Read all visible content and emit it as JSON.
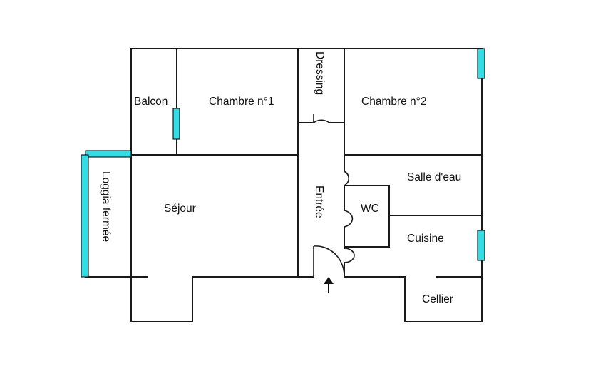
{
  "plan": {
    "rooms": {
      "balcon": "Balcon",
      "chambre1": "Chambre n°1",
      "dressing": "Dressing",
      "chambre2": "Chambre n°2",
      "loggia": "Loggia fermée",
      "sejour": "Séjour",
      "entree": "Entrée",
      "salle_eau": "Salle d'eau",
      "wc": "WC",
      "cuisine": "Cuisine",
      "cellier": "Cellier"
    },
    "colors": {
      "wall": "#1a1a1a",
      "window": "#33dde6",
      "background": "#ffffff"
    }
  }
}
